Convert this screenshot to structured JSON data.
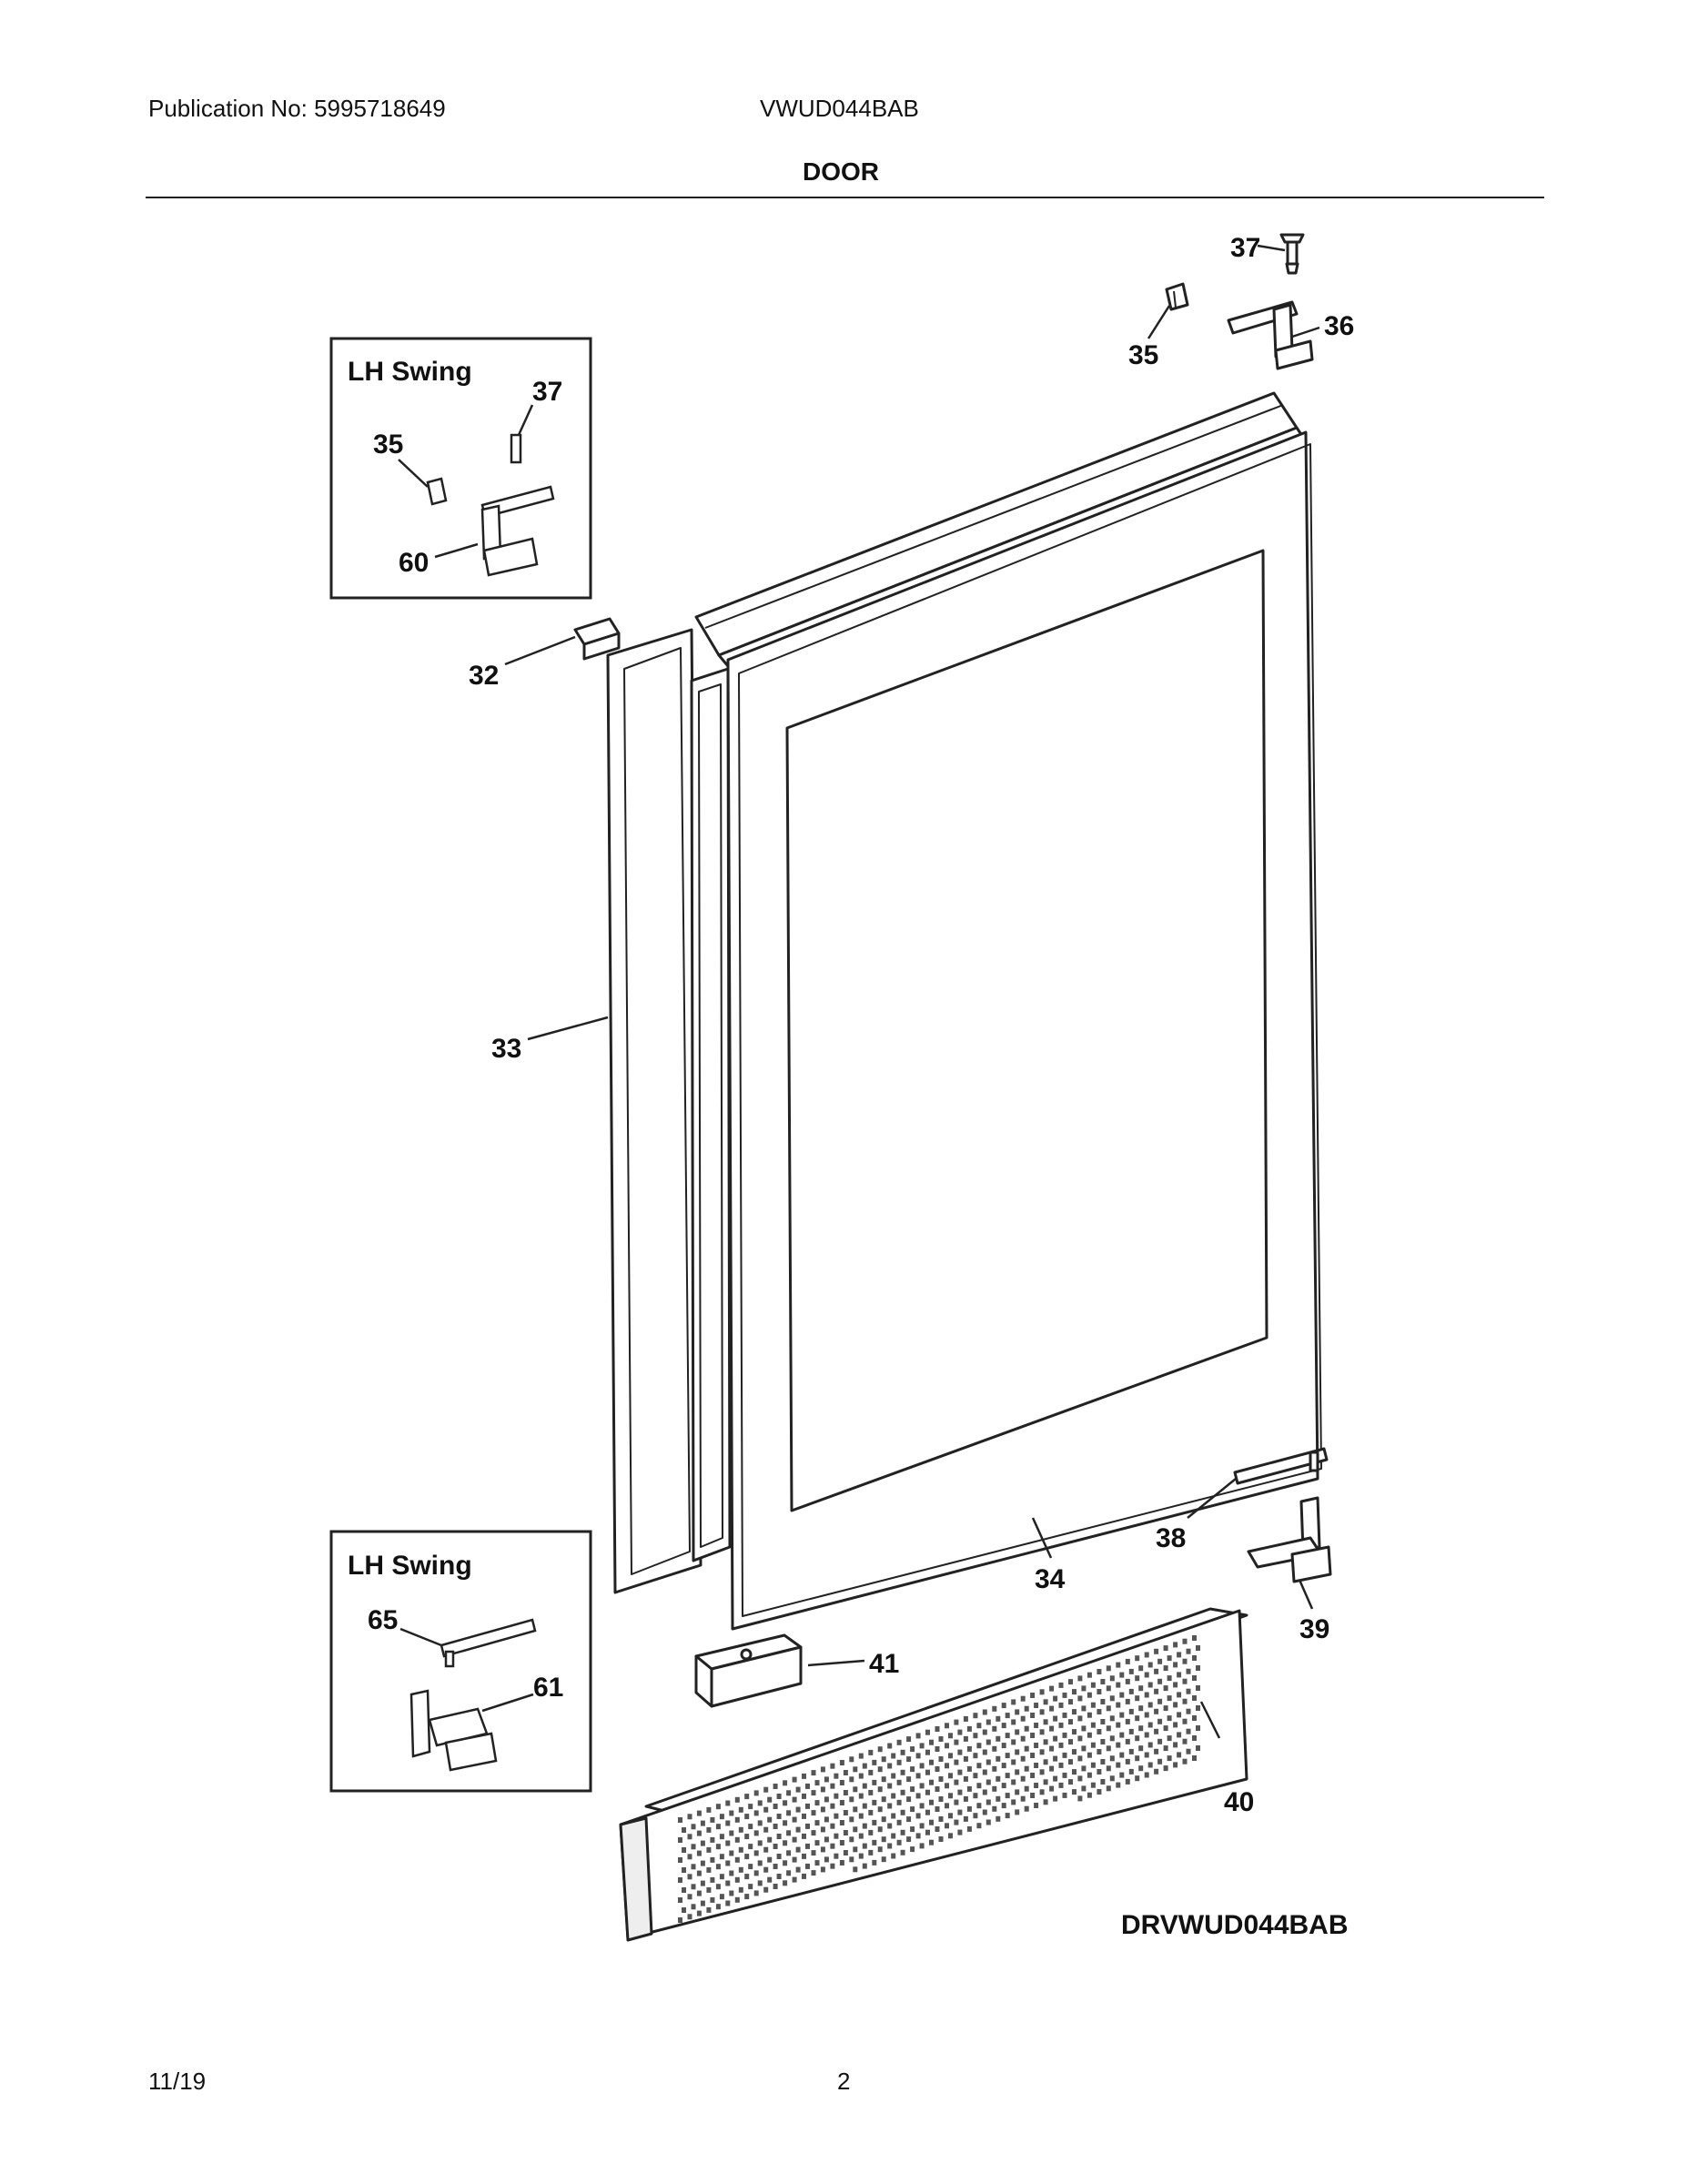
{
  "header": {
    "publication": "Publication No: 5995718649",
    "model": "VWUD044BAB",
    "section_title": "DOOR"
  },
  "diagram": {
    "inset_top": {
      "title": "LH Swing",
      "callouts": [
        "37",
        "35",
        "60"
      ]
    },
    "inset_bottom": {
      "title": "LH Swing",
      "callouts": [
        "65",
        "61"
      ]
    },
    "callouts": {
      "c37": "37",
      "c35": "35",
      "c36": "36",
      "c32": "32",
      "c33": "33",
      "c34": "34",
      "c38": "38",
      "c39": "39",
      "c41": "41",
      "c40": "40"
    },
    "drawing_code": "DRVWUD044BAB"
  },
  "footer": {
    "date": "11/19",
    "page": "2"
  }
}
